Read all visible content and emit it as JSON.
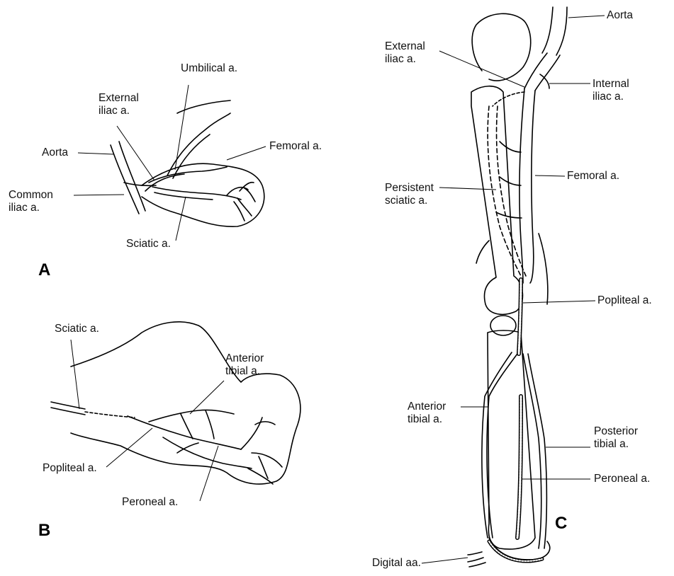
{
  "panels": {
    "a": {
      "letter": "A",
      "labels": {
        "umbilical": "Umbilical a.",
        "external_iliac": "External\niliac a.",
        "aorta": "Aorta",
        "femoral": "Femoral a.",
        "common_iliac": "Common\niliac a.",
        "sciatic": "Sciatic a."
      }
    },
    "b": {
      "letter": "B",
      "labels": {
        "sciatic": "Sciatic a.",
        "anterior_tibial": "Anterior\ntibial a.",
        "popliteal": "Popliteal a.",
        "peroneal": "Peroneal a."
      }
    },
    "c": {
      "letter": "C",
      "labels": {
        "aorta": "Aorta",
        "external_iliac": "External\niliac a.",
        "internal_iliac": "Internal\niliac a.",
        "femoral": "Femoral a.",
        "persistent_sciatic": "Persistent\nsciatic a.",
        "popliteal": "Popliteal a.",
        "anterior_tibial": "Anterior\ntibial a.",
        "posterior_tibial": "Posterior\ntibial a.",
        "peroneal": "Peroneal a.",
        "digital": "Digital aa."
      }
    }
  }
}
